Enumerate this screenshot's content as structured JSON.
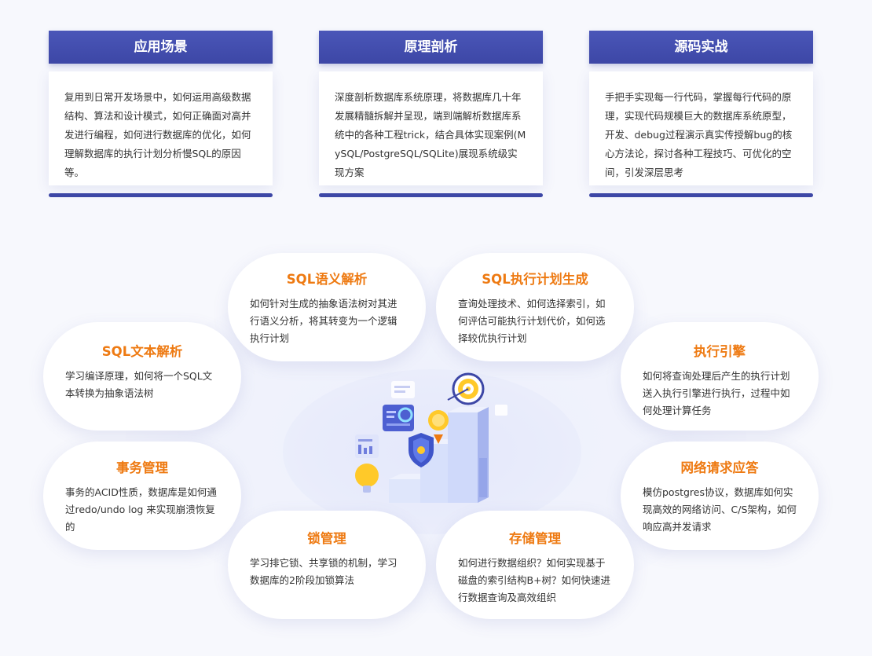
{
  "top_cards": [
    {
      "title": "应用场景",
      "text": "复用到日常开发场景中，如何运用高级数据结构、算法和设计模式，如何正确面对高并发进行编程，如何进行数据库的优化，如何理解数据库的执行计划分析慢SQL的原因等。"
    },
    {
      "title": "原理剖析",
      "text": "深度剖析数据库系统原理，将数据库几十年发展精髓拆解并呈现，端到端解析数据库系统中的各种工程trick，结合具体实现案例(MySQL/PostgreSQL/SQLite)展现系统级实现方案"
    },
    {
      "title": "源码实战",
      "text": "手把手实现每一行代码，掌握每行代码的原理，实现代码规模巨大的数据库系统原型，开发、debug过程演示真实传授解bug的核心方法论，探讨各种工程技巧、可优化的空间，引发深层思考"
    }
  ],
  "nodes": {
    "sql_parse": {
      "title": "SQL语义解析",
      "text": "如何针对生成的抽象语法树对其进行语义分析，将其转变为一个逻辑执行计划"
    },
    "sql_plan": {
      "title": "SQL执行计划生成",
      "text": "查询处理技术、如何选择索引，如何评估可能执行计划代价，如何选择较优执行计划"
    },
    "sql_text": {
      "title": "SQL文本解析",
      "text": "学习编译原理，如何将一个SQL文本转换为抽象语法树"
    },
    "exec_engine": {
      "title": "执行引擎",
      "text": "如何将查询处理后产生的执行计划送入执行引擎进行执行，过程中如何处理计算任务"
    },
    "transaction": {
      "title": "事务管理",
      "text": "事务的ACID性质，数据库是如何通过redo/undo log 来实现崩溃恢复的"
    },
    "network": {
      "title": "网络请求应答",
      "text": "模仿postgres协议，数据库如何实现高效的网络访问、C/S架构，如何响应高并发请求"
    },
    "lock": {
      "title": "锁管理",
      "text": "学习排它锁、共享锁的机制，学习数据库的2阶段加锁算法"
    },
    "storage": {
      "title": "存储管理",
      "text": "如何进行数据组织？如何实现基于磁盘的索引结构B+树？如何快速进行数据查询及高效组织"
    }
  },
  "colors": {
    "header_blue": "#3d47a6",
    "node_title_orange": "#ee7a12"
  }
}
